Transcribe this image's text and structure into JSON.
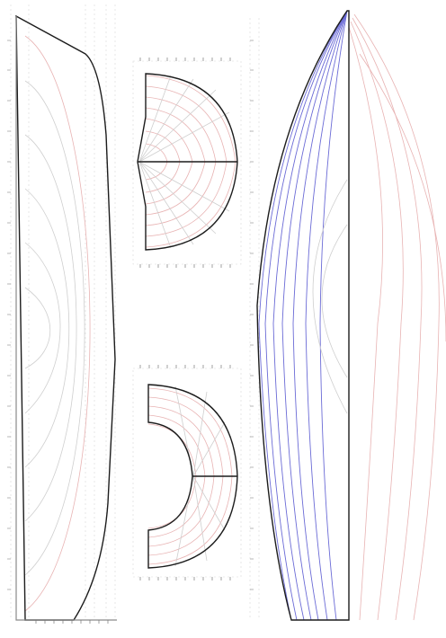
{
  "colors": {
    "outline": "#1c1c1c",
    "frame": "#8a8a8a",
    "grid": "#d8d8d8",
    "contour_grey": "#cfcfcf",
    "contour_red": "#e8b3b3",
    "contour_blue": "#6b6bd6"
  },
  "views": [
    "left-side-profile",
    "upper-center-cross-section",
    "lower-center-cross-section",
    "right-side-profile"
  ]
}
